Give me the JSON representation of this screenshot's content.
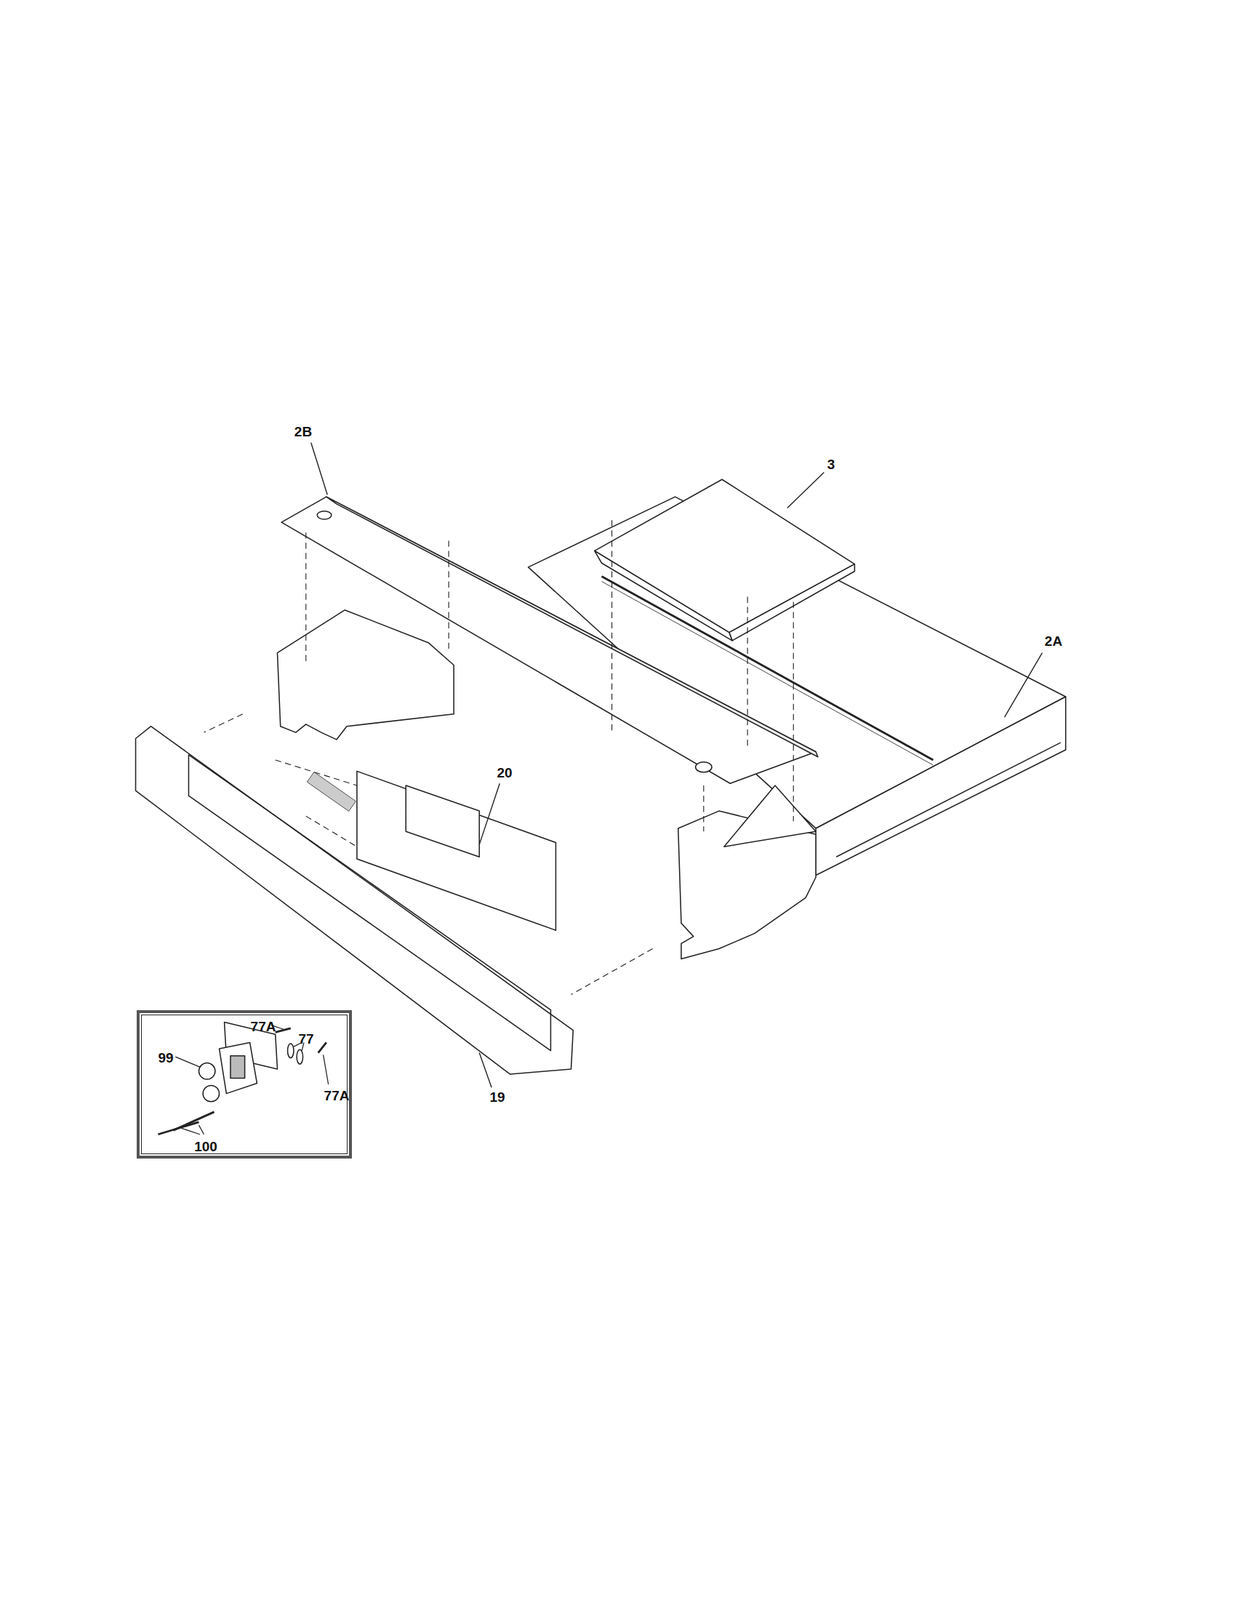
{
  "diagram": {
    "nodes": [
      {
        "text": [
          "77A",
          "77",
          "99",
          "77A",
          "100"
        ]
      }
    ],
    "labels": [
      "2B",
      "3",
      "2A",
      "20",
      "19"
    ]
  }
}
